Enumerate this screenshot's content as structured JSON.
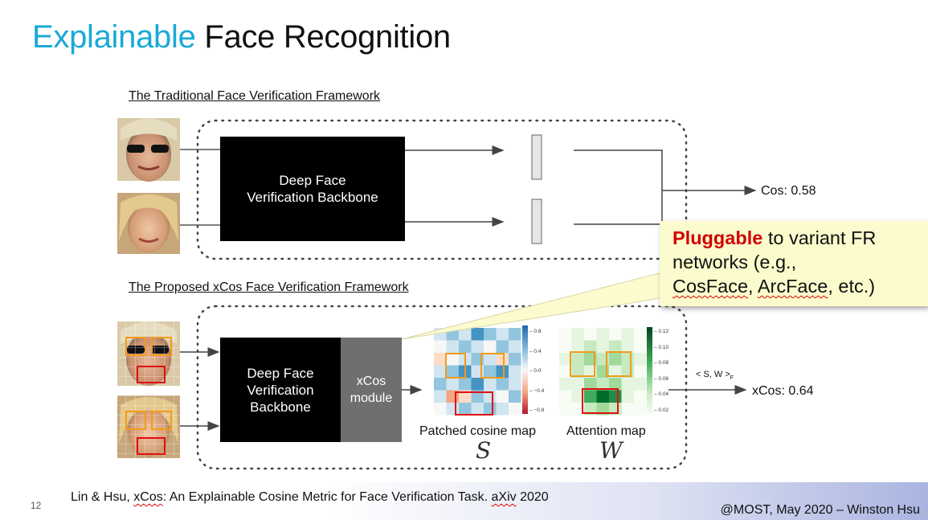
{
  "slide": {
    "title_accent": "Explainable",
    "title_rest": "Face Recognition",
    "page_number": "12"
  },
  "traditional": {
    "label": "The Traditional Face Verification Framework",
    "backbone_line1": "Deep Face",
    "backbone_line2": "Verification Backbone",
    "output": "Cos: 0.58"
  },
  "proposed": {
    "label": "The Proposed xCos Face Verification Framework",
    "backbone_line1": "Deep Face",
    "backbone_line2": "Verification",
    "backbone_line3": "Backbone",
    "module_line1": "xCos",
    "module_line2": "module",
    "cosine_caption": "Patched cosine map",
    "cosine_symbol": "S",
    "attention_caption": "Attention map",
    "attention_symbol": "W",
    "frobenius_label": "< S, W >",
    "frobenius_sub": "F",
    "output": "xCos: 0.64",
    "cosine_colorbar_ticks": [
      "0.8",
      "0.4",
      "0.0",
      "−0.4",
      "−0.8"
    ],
    "attention_colorbar_ticks": [
      "0.12",
      "0.10",
      "0.08",
      "0.06",
      "0.04",
      "0.02"
    ]
  },
  "callout": {
    "highlight": "Pluggable",
    "line1_rest": " to variant FR",
    "line2": "networks (e.g.,",
    "line3_a": "CosFace",
    "line3_b": ", ",
    "line3_c": "ArcFace",
    "line3_d": ", etc.)"
  },
  "footer": {
    "citation_a": "Lin & Hsu, ",
    "citation_b": "xCos",
    "citation_c": ": An Explainable Cosine Metric for Face Verification Task. ",
    "citation_d": "aXiv",
    "citation_e": " 2020",
    "signature": "@MOST, May 2020 – Winston Hsu"
  },
  "colors": {
    "accent": "#1aa9d6",
    "highlight": "#d00000",
    "callout_bg": "#fbfbcd"
  }
}
